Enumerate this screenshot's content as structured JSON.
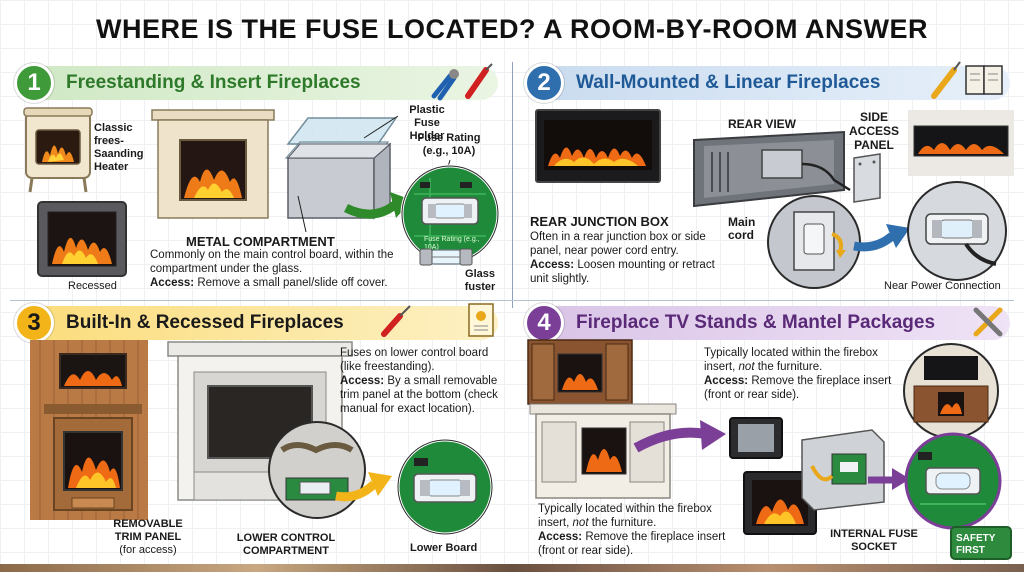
{
  "title": "WHERE IS THE FUSE LOCATED? A ROOM-BY-ROOM ANSWER",
  "sections": [
    {
      "number": "1",
      "title": "Freestanding & Insert Fireplaces",
      "color": "#3f9b3a",
      "labels": {
        "heater": "Classic frees-Sаanding Heater",
        "recessed": "Recessed",
        "holder": "Plastic Fuse Holder",
        "rating": "Fuse Rating (e.g., 10A)",
        "board_text": "Fuse Rating (e.g., 10A)",
        "glass": "Glass fuster"
      },
      "heading": "METAL COMPARTMENT",
      "desc": "Commonly on the main control board, within the compartment under the glass.",
      "access_label": "Access:",
      "access_text": "Remove a small panel/slide off cover."
    },
    {
      "number": "2",
      "title": "Wall-Mounted & Linear Fireplaces",
      "color": "#2f6fae",
      "labels": {
        "rear_view": "REAR VIEW",
        "side_panel": "SIDE ACCESS PANEL",
        "main_cord": "Main cord",
        "near_power": "Near Power Connection"
      },
      "heading": "REAR JUNCTION BOX",
      "desc": "Often in a rear junction box or side panel, near power cord entry.",
      "access_label": "Access:",
      "access_text": "Loosen mounting or retract unit slightly."
    },
    {
      "number": "3",
      "title": "Built-In & Recessed Fireplaces",
      "color": "#f2b418",
      "labels": {
        "trim": "REMOVABLE TRIM PANEL",
        "trim_note": "(for access)",
        "lower_comp": "LOWER CONTROL COMPARTMENT",
        "lower_board": "Lower Board"
      },
      "desc": "Fuses on lower control board (like freestanding).",
      "access_label": "Access:",
      "access_text": "By a small removable trim panel at the bottom (check manual for exact location)."
    },
    {
      "number": "4",
      "title": "Fireplace TV Stands & Mantel Packages",
      "color": "#7b3f98",
      "labels": {
        "internal": "INTERNAL FUSE SOCKET"
      },
      "desc_top_a": "Typically located within the firebox insert,",
      "desc_top_em": "not",
      "desc_top_b": "the furniture.",
      "access_top_label": "Access:",
      "access_top_text": "Remove the fireplace insert (front or rear side).",
      "desc_bot_a": "Typically located within the firebox insert,",
      "desc_bot_em": "not",
      "desc_bot_b": "the furniture.",
      "access_bot_label": "Access:",
      "access_bot_text": "Remove the fireplace insert (front or rear side)."
    }
  ],
  "safety_badge": "SAFETY FIRST"
}
